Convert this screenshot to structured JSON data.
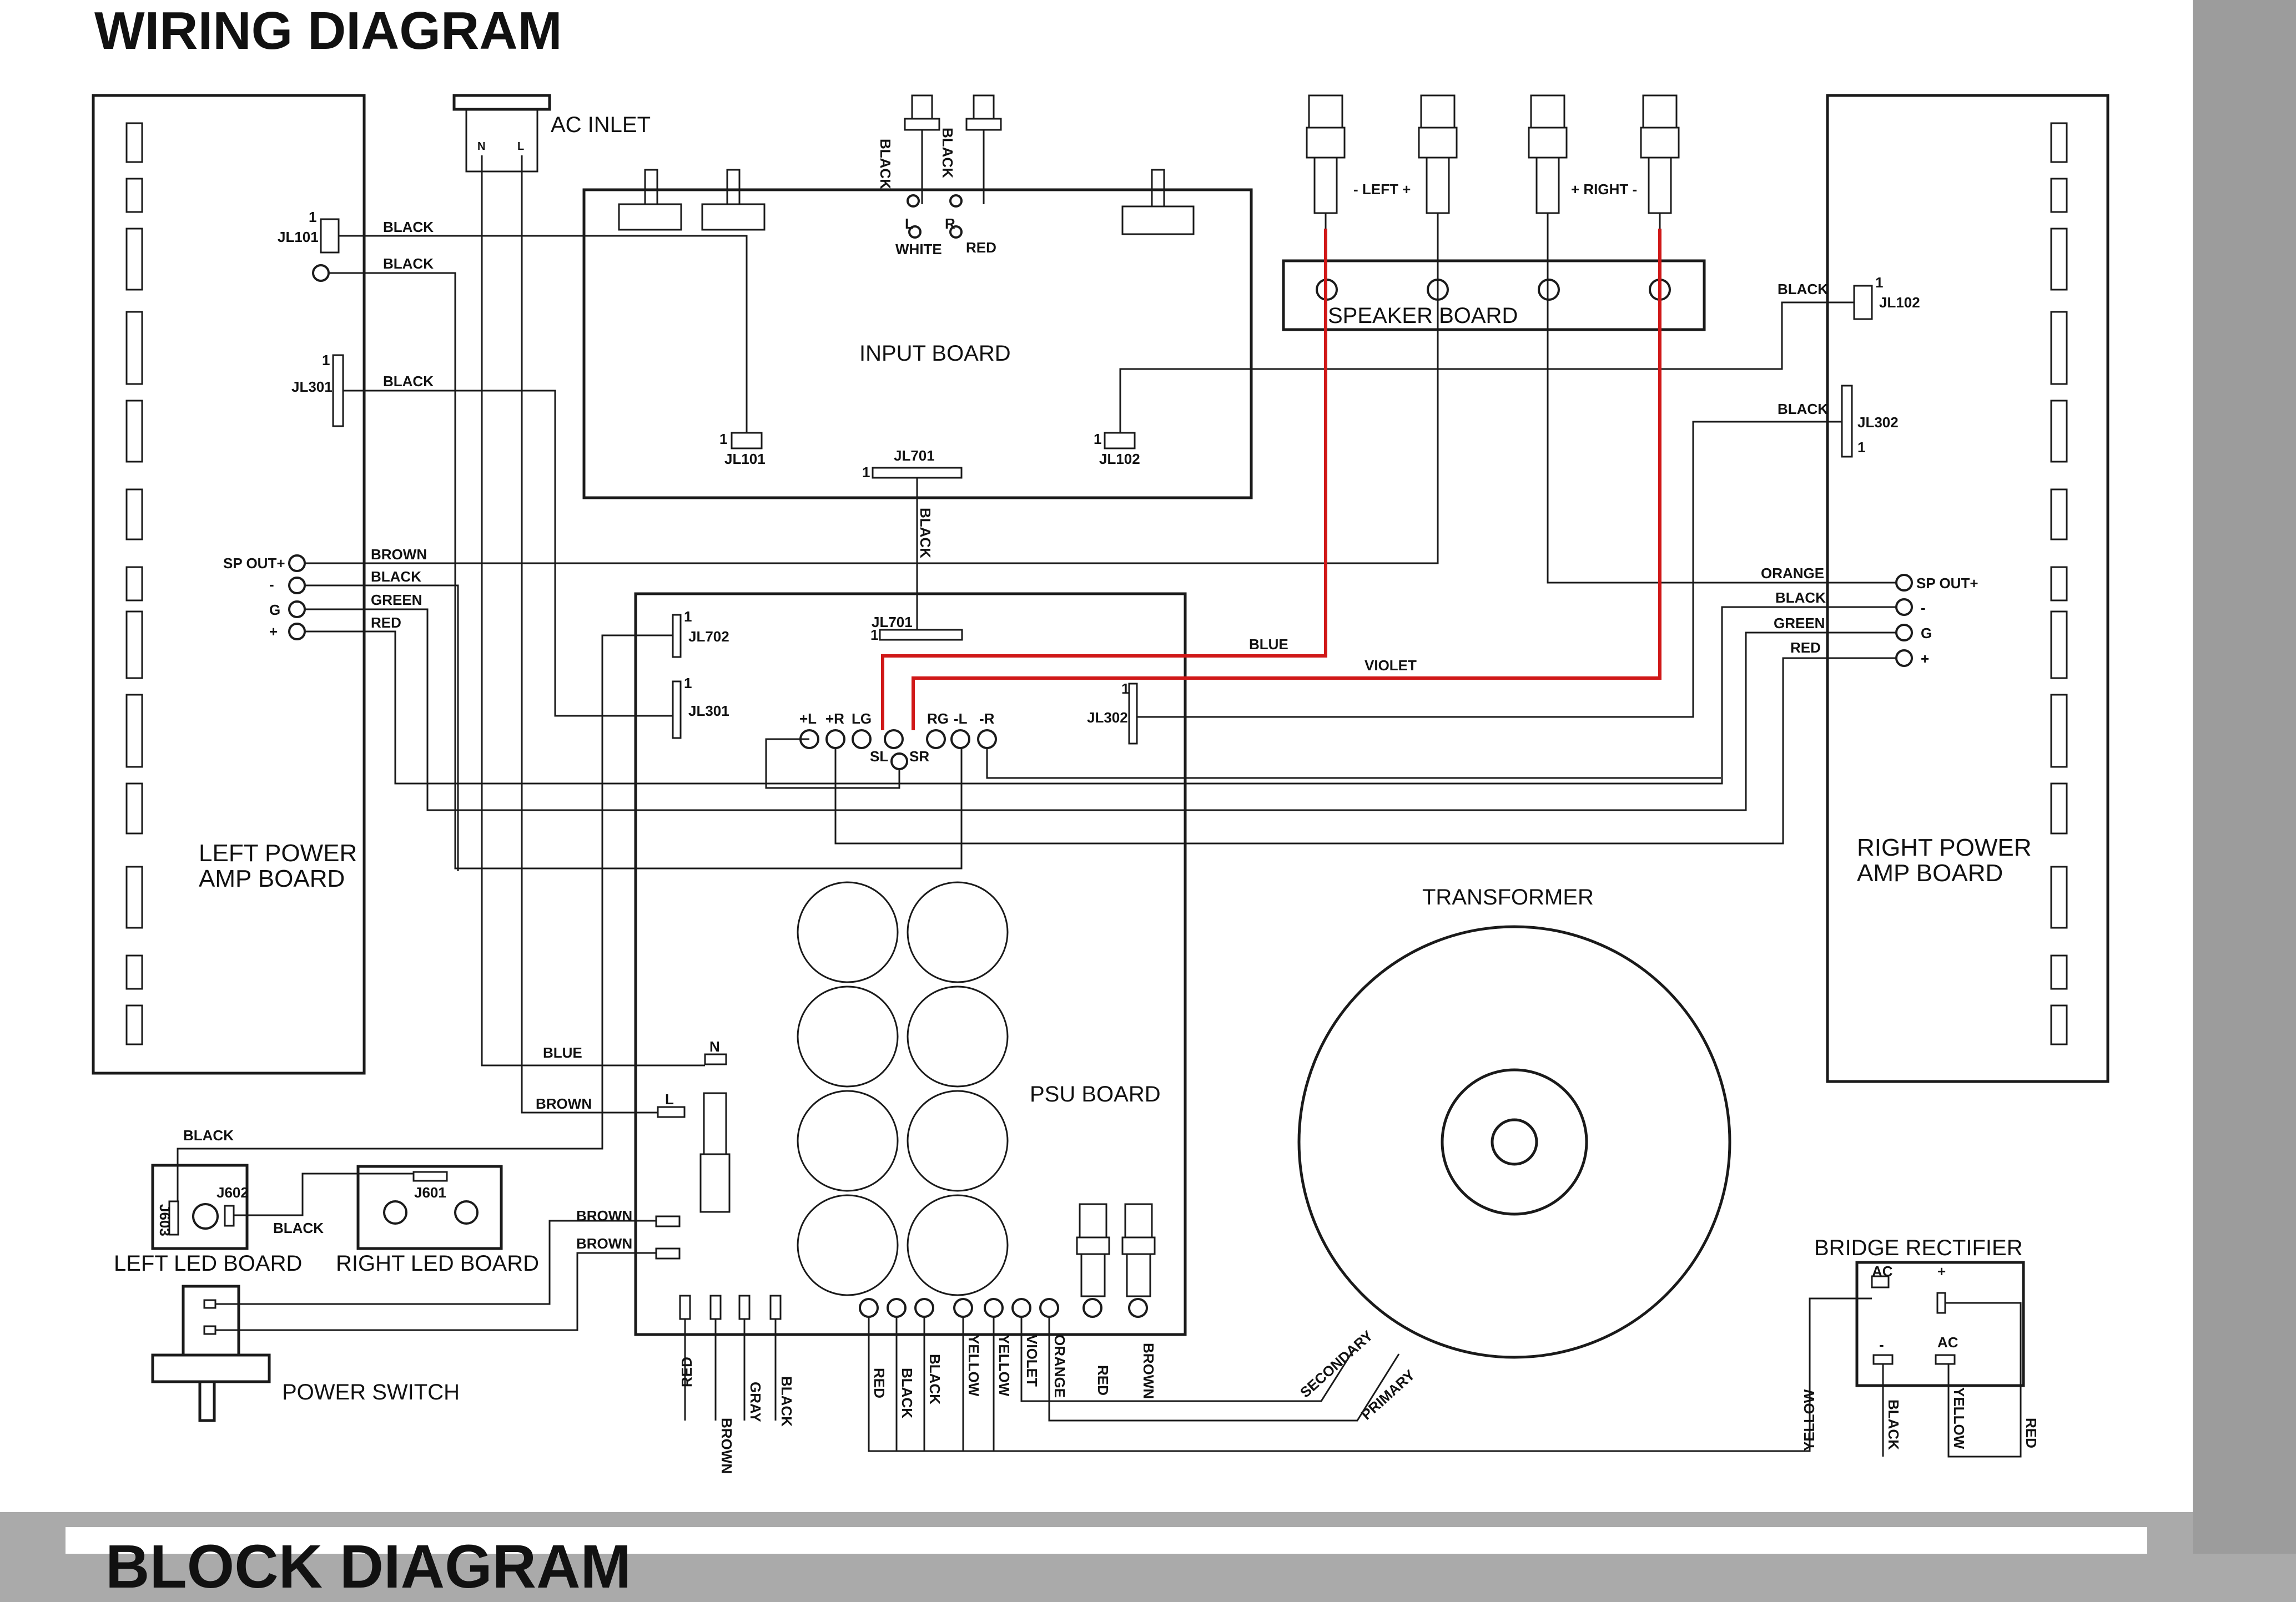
{
  "title": "WIRING DIAGRAM",
  "next_title": "BLOCK DIAGRAM",
  "components": {
    "left_amp": "LEFT POWER",
    "left_amp2": "AMP BOARD",
    "right_amp": "RIGHT POWER",
    "right_amp2": "AMP BOARD",
    "ac_inlet": "AC INLET",
    "input_board": "INPUT BOARD",
    "speaker_board": "SPEAKER  BOARD",
    "psu_board": "PSU BOARD",
    "transformer": "TRANSFORMER",
    "bridge_rectifier": "BRIDGE RECTIFIER",
    "left_led": "LEFT LED BOARD",
    "right_led": "RIGHT LED BOARD",
    "power_switch": "POWER SWITCH"
  },
  "connectors": {
    "jl101": "JL101",
    "jl102": "JL102",
    "jl301": "JL301",
    "jl302": "JL302",
    "jl701": "JL701",
    "jl702": "JL702",
    "j601": "J601",
    "j602": "J602",
    "j603": "J603",
    "one": "1"
  },
  "terminals": {
    "sp_out_plus": "SP OUT+",
    "minus": "-",
    "g": "G",
    "plus": "+",
    "pl": "+L",
    "pr": "+R",
    "lg": "LG",
    "rg": "RG",
    "ml": "-L",
    "mr": "-R",
    "sl": "SL",
    "sr": "SR",
    "n": "N",
    "l": "L",
    "L_in": "L",
    "R_in": "R",
    "ac": "AC",
    "left_pair": "- LEFT +",
    "right_pair": "+ RIGHT -",
    "secondary": "SECONDARY",
    "primary": "PRIMARY"
  },
  "wires": {
    "black": "BLACK",
    "brown": "BROWN",
    "green": "GREEN",
    "red": "RED",
    "orange": "ORANGE",
    "blue": "BLUE",
    "violet": "VIOLET",
    "white": "WHITE",
    "gray": "GRAY",
    "yellow": "YELLOW"
  }
}
